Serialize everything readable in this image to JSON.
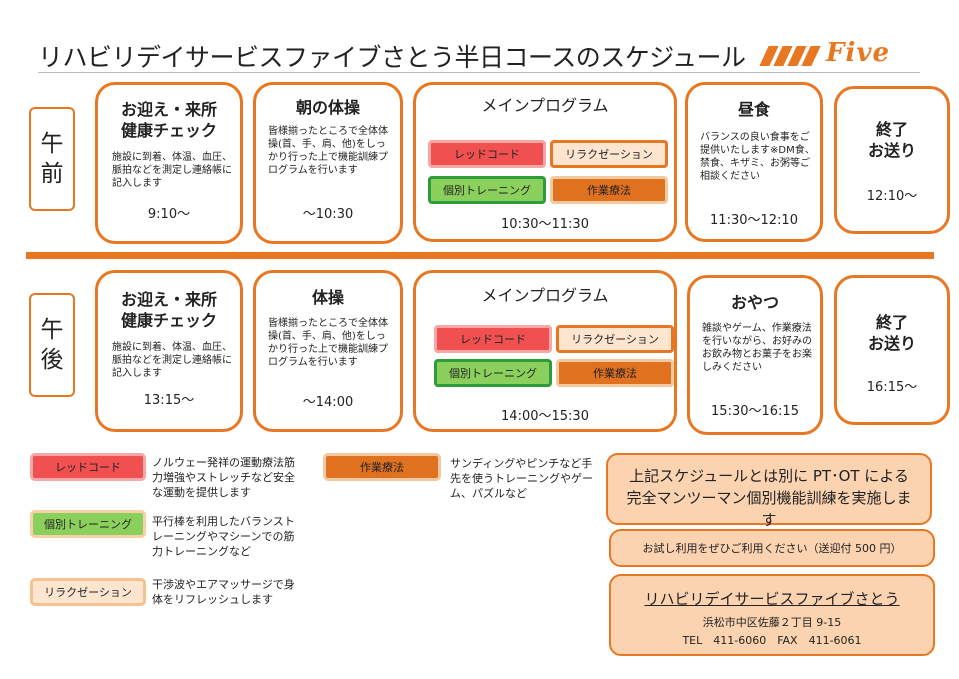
{
  "header": {
    "title": "リハビリデイサービスファイブさとう半日コースのスケジュール",
    "logo_text": "Five"
  },
  "periods": {
    "am": [
      "午",
      "前"
    ],
    "pm": [
      "午",
      "後"
    ]
  },
  "am": {
    "pickup": {
      "title_lines": [
        "お迎え・来所",
        "健康チェック"
      ],
      "desc": "施設に到着、体温、血圧、脈拍などを測定し連絡帳に記入します",
      "time": "9:10～"
    },
    "exercise": {
      "title": "朝の体操",
      "desc": "皆様揃ったところで全体体操(首、手、肩、他)をしっかり行った上で機能訓練プログラムを行います",
      "time": "～10:30"
    },
    "main": {
      "title": "メインプログラム",
      "time": "10:30～11:30"
    },
    "meal": {
      "title": "昼食",
      "desc": "バランスの良い食事をご提供いたします※DM食、禁食、キザミ、お粥等ご相談ください",
      "time": "11:30～12:10"
    },
    "end": {
      "title_lines": [
        "終了",
        "お送り"
      ],
      "time": "12:10～"
    }
  },
  "pm": {
    "pickup": {
      "title_lines": [
        "お迎え・来所",
        "健康チェック"
      ],
      "desc": "施設に到着、体温、血圧、脈拍などを測定し連絡帳に記入します",
      "time": "13:15～"
    },
    "exercise": {
      "title": "体操",
      "desc": "皆様揃ったところで全体体操(首、手、肩、他)をしっかり行った上で機能訓練プログラムを行います",
      "time": "～14:00"
    },
    "main": {
      "title": "メインプログラム",
      "time": "14:00～15:30"
    },
    "snack": {
      "title": "おやつ",
      "desc": "雑談やゲーム、作業療法を行いながら、お好みのお飲み物とお菓子をお楽しみください",
      "time": "15:30～16:15"
    },
    "end": {
      "title_lines": [
        "終了",
        "お送り"
      ],
      "time": "16:15～"
    }
  },
  "programs": {
    "red": "レッドコード",
    "relax": "リラクゼーション",
    "individual": "個別トレーニング",
    "ot": "作業療法"
  },
  "legend": {
    "red": "ノルウェー発祥の運動療法筋力増強やストレッチなど安全な運動を提供します",
    "individual": "平行棒を利用したバランストレーニングやマシーンでの筋力トレーニングなど",
    "relax": "干渉波やエアマッサージで身体をリフレッシュします",
    "ot": "サンディングやピンチなど手先を使うトレーニングやゲーム、パズルなど"
  },
  "notice": {
    "main": "上記スケジュールとは別に PT･OT による完全マンツーマン個別機能訓練を実施します",
    "trial": "お試し利用をぜひご利用ください（送迎付 500 円）"
  },
  "contact": {
    "name": "リハビリデイサービスファイブさとう",
    "address": "浜松市中区佐藤２丁目 9-15",
    "phone": "TEL　411-6060　FAX　411-6061"
  },
  "colors": {
    "accent": "#e87722",
    "red": "#f05050",
    "green": "#8bd05c",
    "beige": "#fde5d0",
    "ot": "#e0711f",
    "notice_bg": "#fbd3b0"
  }
}
